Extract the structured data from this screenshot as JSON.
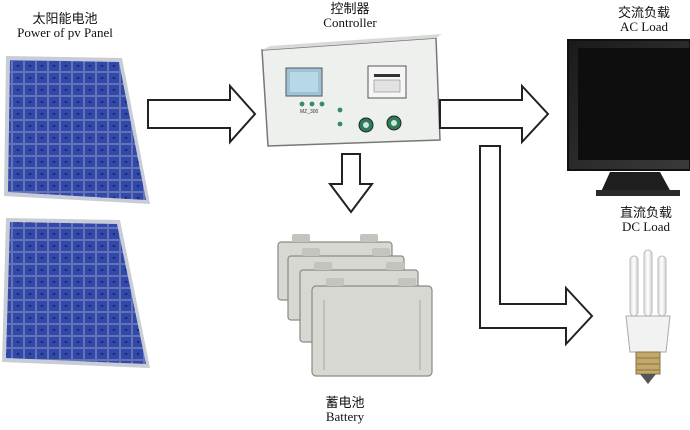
{
  "labels": {
    "solar": {
      "cn": "太阳能电池",
      "en": "Power of pv Panel"
    },
    "controller": {
      "cn": "控制器",
      "en": "Controller"
    },
    "ac_load": {
      "cn": "交流负载",
      "en": "AC Load"
    },
    "dc_load": {
      "cn": "直流负载",
      "en": "DC Load"
    },
    "battery": {
      "cn": "蓄电池",
      "en": "Battery"
    }
  },
  "controller_model": "MZ_300",
  "colors": {
    "panel_cell": "#2a3a8c",
    "panel_frame": "#c8ccd6",
    "controller_body": "#eef0ee",
    "lcd": "#9ec3d8",
    "button": "#3a8a66",
    "battery": "#d8d8d2",
    "arrow_fill": "#ffffff",
    "arrow_stroke": "#222222"
  }
}
